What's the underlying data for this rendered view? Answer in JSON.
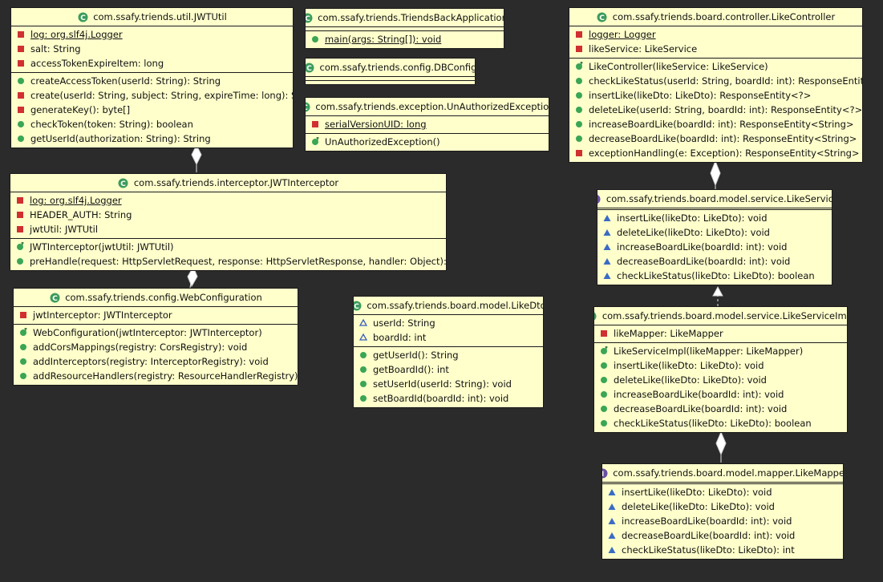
{
  "classes": {
    "jwtutil": {
      "title": "com.ssafy.triends.util.JWTUtil",
      "kind": "class",
      "fields": [
        {
          "text": "log: org.slf4j.Logger",
          "vis": "private",
          "static": true
        },
        {
          "text": "salt: String",
          "vis": "private"
        },
        {
          "text": "accessTokenExpireItem: long",
          "vis": "private"
        }
      ],
      "methods": [
        {
          "text": "createAccessToken(userId: String): String",
          "vis": "public"
        },
        {
          "text": "create(userId: String, subject: String, expireTime: long): String",
          "vis": "private"
        },
        {
          "text": "generateKey(): byte[]",
          "vis": "private"
        },
        {
          "text": "checkToken(token: String): boolean",
          "vis": "public"
        },
        {
          "text": "getUserId(authorization: String): String",
          "vis": "public"
        }
      ]
    },
    "backapp": {
      "title": "com.ssafy.triends.TriendsBackApplication",
      "kind": "class",
      "fields": [],
      "methods": [
        {
          "text": "main(args: String[]): void",
          "vis": "public",
          "static": true
        }
      ]
    },
    "dbconfig": {
      "title": "com.ssafy.triends.config.DBConfig",
      "kind": "class",
      "fields": [],
      "methods": []
    },
    "unauth": {
      "title": "com.ssafy.triends.exception.UnAuthorizedException",
      "kind": "class",
      "fields": [
        {
          "text": "serialVersionUID: long",
          "vis": "private",
          "static": true
        }
      ],
      "methods": [
        {
          "text": "UnAuthorizedException()",
          "vis": "constructor"
        }
      ]
    },
    "likecontroller": {
      "title": "com.ssafy.triends.board.controller.LikeController",
      "kind": "class",
      "fields": [
        {
          "text": "logger: Logger",
          "vis": "private",
          "static": true
        },
        {
          "text": "likeService: LikeService",
          "vis": "private"
        }
      ],
      "methods": [
        {
          "text": "LikeController(likeService: LikeService)",
          "vis": "constructor"
        },
        {
          "text": "checkLikeStatus(userId: String, boardId: int): ResponseEntity<?>",
          "vis": "public"
        },
        {
          "text": "insertLike(likeDto: LikeDto): ResponseEntity<?>",
          "vis": "public"
        },
        {
          "text": "deleteLike(userId: String, boardId: int): ResponseEntity<?>",
          "vis": "public"
        },
        {
          "text": "increaseBoardLike(boardId: int): ResponseEntity<String>",
          "vis": "public"
        },
        {
          "text": "decreaseBoardLike(boardId: int): ResponseEntity<String>",
          "vis": "public"
        },
        {
          "text": "exceptionHandling(e: Exception): ResponseEntity<String>",
          "vis": "private"
        }
      ]
    },
    "jwtinterceptor": {
      "title": "com.ssafy.triends.interceptor.JWTInterceptor",
      "kind": "class",
      "fields": [
        {
          "text": "log: org.slf4j.Logger",
          "vis": "private",
          "static": true
        },
        {
          "text": "HEADER_AUTH: String",
          "vis": "private"
        },
        {
          "text": "jwtUtil: JWTUtil",
          "vis": "private"
        }
      ],
      "methods": [
        {
          "text": "JWTInterceptor(jwtUtil: JWTUtil)",
          "vis": "constructor"
        },
        {
          "text": "preHandle(request: HttpServletRequest, response: HttpServletResponse, handler: Object): boolean",
          "vis": "public"
        }
      ]
    },
    "likeservice": {
      "title": "com.ssafy.triends.board.model.service.LikeService",
      "kind": "interface",
      "fields": [],
      "methods": [
        {
          "text": "insertLike(likeDto: LikeDto): void",
          "vis": "abstract"
        },
        {
          "text": "deleteLike(likeDto: LikeDto): void",
          "vis": "abstract"
        },
        {
          "text": "increaseBoardLike(boardId: int): void",
          "vis": "abstract"
        },
        {
          "text": "decreaseBoardLike(boardId: int): void",
          "vis": "abstract"
        },
        {
          "text": "checkLikeStatus(likeDto: LikeDto): boolean",
          "vis": "abstract"
        }
      ]
    },
    "webconfig": {
      "title": "com.ssafy.triends.config.WebConfiguration",
      "kind": "class",
      "fields": [
        {
          "text": "jwtInterceptor: JWTInterceptor",
          "vis": "private"
        }
      ],
      "methods": [
        {
          "text": "WebConfiguration(jwtInterceptor: JWTInterceptor)",
          "vis": "constructor"
        },
        {
          "text": "addCorsMappings(registry: CorsRegistry): void",
          "vis": "public"
        },
        {
          "text": "addInterceptors(registry: InterceptorRegistry): void",
          "vis": "public"
        },
        {
          "text": "addResourceHandlers(registry: ResourceHandlerRegistry): void",
          "vis": "public"
        }
      ]
    },
    "likedto": {
      "title": "com.ssafy.triends.board.model.LikeDto",
      "kind": "class",
      "fields": [
        {
          "text": "userId: String",
          "vis": "package"
        },
        {
          "text": "boardId: int",
          "vis": "package"
        }
      ],
      "methods": [
        {
          "text": "getUserId(): String",
          "vis": "public"
        },
        {
          "text": "getBoardId(): int",
          "vis": "public"
        },
        {
          "text": "setUserId(userId: String): void",
          "vis": "public"
        },
        {
          "text": "setBoardId(boardId: int): void",
          "vis": "public"
        }
      ]
    },
    "likeserviceimpl": {
      "title": "com.ssafy.triends.board.model.service.LikeServiceImpl",
      "kind": "class",
      "fields": [
        {
          "text": "likeMapper: LikeMapper",
          "vis": "private"
        }
      ],
      "methods": [
        {
          "text": "LikeServiceImpl(likeMapper: LikeMapper)",
          "vis": "constructor"
        },
        {
          "text": "insertLike(likeDto: LikeDto): void",
          "vis": "public"
        },
        {
          "text": "deleteLike(likeDto: LikeDto): void",
          "vis": "public"
        },
        {
          "text": "increaseBoardLike(boardId: int): void",
          "vis": "public"
        },
        {
          "text": "decreaseBoardLike(boardId: int): void",
          "vis": "public"
        },
        {
          "text": "checkLikeStatus(likeDto: LikeDto): boolean",
          "vis": "public"
        }
      ]
    },
    "likemapper": {
      "title": "com.ssafy.triends.board.model.mapper.LikeMapper",
      "kind": "interface",
      "fields": [],
      "methods": [
        {
          "text": "insertLike(likeDto: LikeDto): void",
          "vis": "abstract"
        },
        {
          "text": "deleteLike(likeDto: LikeDto): void",
          "vis": "abstract"
        },
        {
          "text": "increaseBoardLike(boardId: int): void",
          "vis": "abstract"
        },
        {
          "text": "decreaseBoardLike(boardId: int): void",
          "vis": "abstract"
        },
        {
          "text": "checkLikeStatus(likeDto: LikeDto): int",
          "vis": "abstract"
        }
      ]
    }
  },
  "relations": [
    {
      "from": "jwtinterceptor",
      "to": "jwtutil",
      "type": "aggregation"
    },
    {
      "from": "webconfig",
      "to": "jwtinterceptor",
      "type": "aggregation"
    },
    {
      "from": "likecontroller",
      "to": "likeservice",
      "type": "aggregation"
    },
    {
      "from": "likeserviceimpl",
      "to": "likeservice",
      "type": "realization"
    },
    {
      "from": "likeserviceimpl",
      "to": "likemapper",
      "type": "aggregation"
    }
  ],
  "colors": {
    "background": "#2b2b2b",
    "box_fill": "#ffffcc",
    "class_icon": "#3c9c5c",
    "interface_icon": "#6a4fa0",
    "public": "#3aa655",
    "private": "#d03030",
    "package": "#3b5fb8",
    "abstract": "#3a6bc4"
  }
}
